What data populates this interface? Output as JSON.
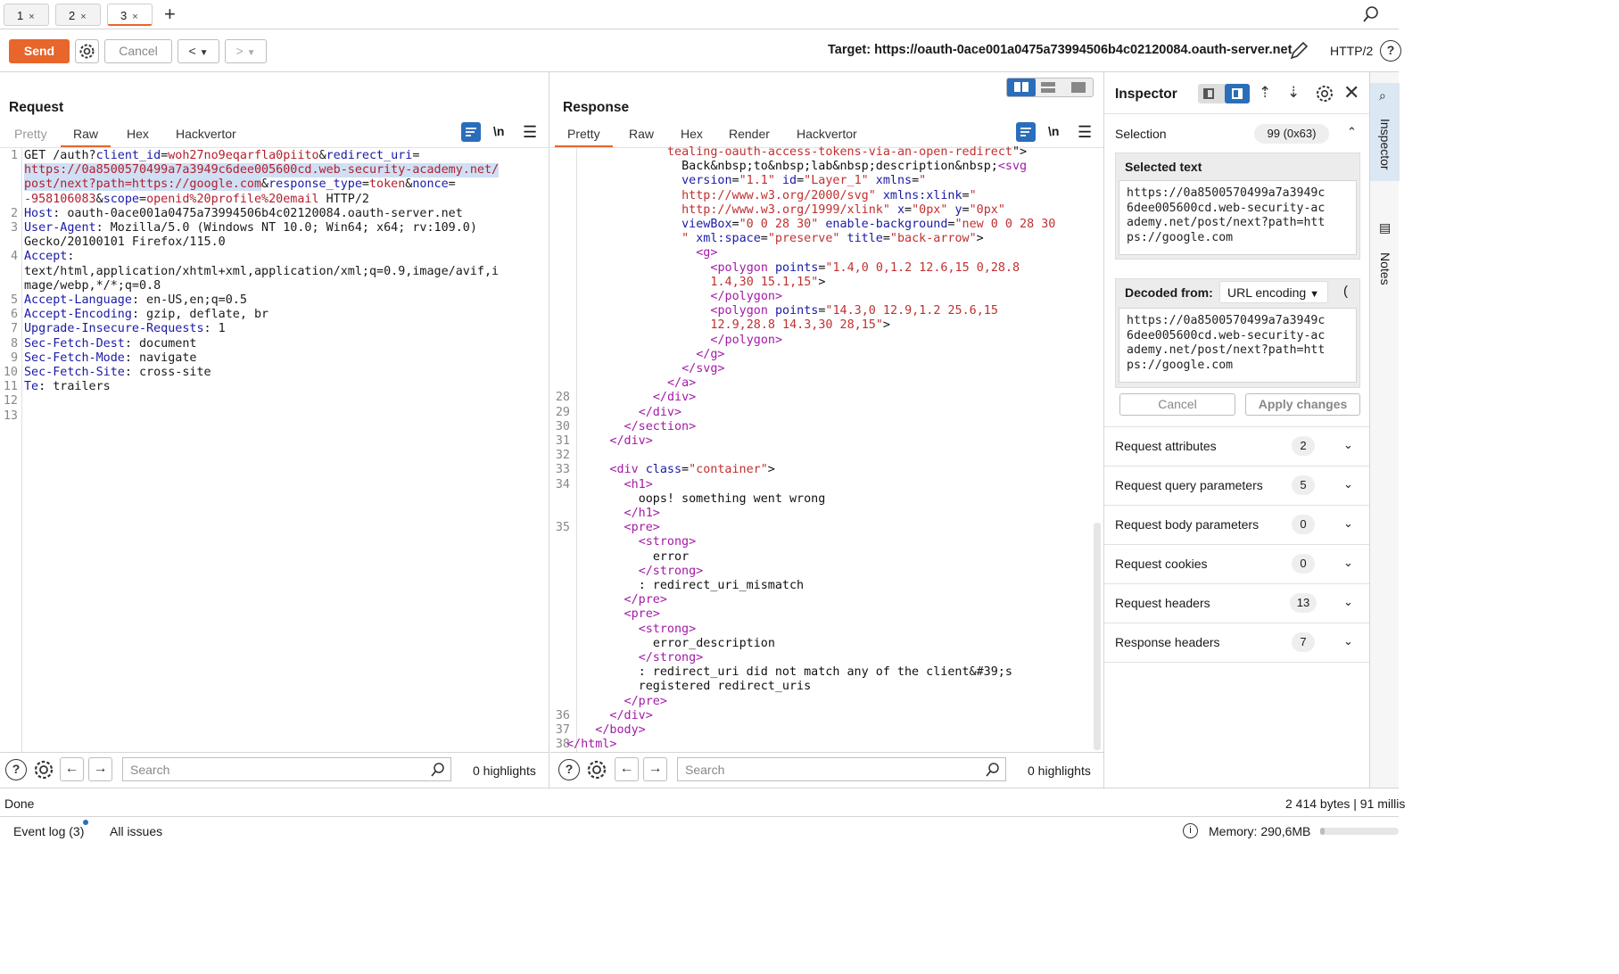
{
  "tabs": [
    {
      "label": "1",
      "close": "×"
    },
    {
      "label": "2",
      "close": "×"
    },
    {
      "label": "3",
      "close": "×"
    }
  ],
  "toolbar": {
    "send_label": "Send",
    "cancel_label": "Cancel",
    "target_label": "Target: https://oauth-0ace001a0475a73994506b4c02120084.oauth-server.net",
    "protocol": "HTTP/2",
    "accent_color": "#e8652b"
  },
  "request": {
    "title": "Request",
    "subtabs": [
      "Pretty",
      "Raw",
      "Hex",
      "Hackvertor"
    ],
    "active_subtab": "Raw",
    "wrap_label": "\\n",
    "line_numbers": [
      "1",
      "2",
      "3",
      "4",
      "5",
      "6",
      "7",
      "8",
      "9",
      "10",
      "11",
      "12",
      "13"
    ],
    "lines": [
      [
        "GET /auth?",
        "client_id",
        "=",
        "woh27no9eqarfla0piito",
        "&",
        "redirect_uri",
        "="
      ],
      [
        "https://0a8500570499a7a3949c6dee005600cd.web-security-academy.net/"
      ],
      [
        "post/next?path=https://google.com",
        "&",
        "response_type",
        "=",
        "token",
        "&",
        "nonce",
        "="
      ],
      [
        "-958106083",
        "&",
        "scope",
        "=",
        "openid%20profile%20email",
        " HTTP/2"
      ],
      [
        "Host",
        ": oauth-0ace001a0475a73994506b4c02120084.oauth-server.net"
      ],
      [
        "User-Agent",
        ": Mozilla/5.0 (Windows NT 10.0; Win64; x64; rv:109.0)"
      ],
      [
        "Gecko/20100101 Firefox/115.0"
      ],
      [
        "Accept",
        ":"
      ],
      [
        "text/html,application/xhtml+xml,application/xml;q=0.9,image/avif,i"
      ],
      [
        "mage/webp,*/*;q=0.8"
      ],
      [
        "Accept-Language",
        ": en-US,en;q=0.5"
      ],
      [
        "Accept-Encoding",
        ": gzip, deflate, br"
      ],
      [
        "Upgrade-Insecure-Requests",
        ": 1"
      ],
      [
        "Sec-Fetch-Dest",
        ": document"
      ],
      [
        "Sec-Fetch-Mode",
        ": navigate"
      ],
      [
        "Sec-Fetch-Site",
        ": cross-site"
      ],
      [
        "Te",
        ": trailers"
      ]
    ],
    "search_placeholder": "Search",
    "highlights": "0 highlights"
  },
  "response": {
    "title": "Response",
    "subtabs": [
      "Pretty",
      "Raw",
      "Hex",
      "Render",
      "Hackvertor"
    ],
    "active_subtab": "Pretty",
    "wrap_label": "\\n",
    "lines": [
      {
        "n": "",
        "ind": 7,
        "parts": [
          [
            "a",
            "tealing-oauth-access-tokens-via-an-open-redirect"
          ],
          [
            "p",
            "\">"
          ]
        ]
      },
      {
        "n": "",
        "ind": 8,
        "parts": [
          [
            "p",
            "Back&nbsp;to&nbsp;lab&nbsp;description&nbsp;"
          ],
          [
            "t",
            "<svg"
          ]
        ]
      },
      {
        "n": "",
        "ind": 8,
        "parts": [
          [
            "k",
            "version"
          ],
          [
            "p",
            "="
          ],
          [
            "a",
            "\"1.1\""
          ],
          [
            "p",
            " "
          ],
          [
            "k",
            "id"
          ],
          [
            "p",
            "="
          ],
          [
            "a",
            "\"Layer_1\""
          ],
          [
            "p",
            " "
          ],
          [
            "k",
            "xmlns"
          ],
          [
            "p",
            "="
          ],
          [
            "a",
            "\""
          ]
        ]
      },
      {
        "n": "",
        "ind": 8,
        "parts": [
          [
            "a",
            "http://www.w3.org/2000/svg\""
          ],
          [
            "p",
            " "
          ],
          [
            "k",
            "xmlns:xlink"
          ],
          [
            "p",
            "="
          ],
          [
            "a",
            "\""
          ]
        ]
      },
      {
        "n": "",
        "ind": 8,
        "parts": [
          [
            "a",
            "http://www.w3.org/1999/xlink\""
          ],
          [
            "p",
            " "
          ],
          [
            "k",
            "x"
          ],
          [
            "p",
            "="
          ],
          [
            "a",
            "\"0px\""
          ],
          [
            "p",
            " "
          ],
          [
            "k",
            "y"
          ],
          [
            "p",
            "="
          ],
          [
            "a",
            "\"0px\""
          ]
        ]
      },
      {
        "n": "",
        "ind": 8,
        "parts": [
          [
            "k",
            "viewBox"
          ],
          [
            "p",
            "="
          ],
          [
            "a",
            "\"0 0 28 30\""
          ],
          [
            "p",
            " "
          ],
          [
            "k",
            "enable-background"
          ],
          [
            "p",
            "="
          ],
          [
            "a",
            "\"new 0 0 28 30"
          ]
        ]
      },
      {
        "n": "",
        "ind": 8,
        "parts": [
          [
            "a",
            "\""
          ],
          [
            "p",
            " "
          ],
          [
            "k",
            "xml:space"
          ],
          [
            "p",
            "="
          ],
          [
            "a",
            "\"preserve\""
          ],
          [
            "p",
            " "
          ],
          [
            "k",
            "title"
          ],
          [
            "p",
            "="
          ],
          [
            "a",
            "\"back-arrow\""
          ],
          [
            "p",
            ">"
          ]
        ]
      },
      {
        "n": "",
        "ind": 9,
        "parts": [
          [
            "t",
            "<g>"
          ]
        ]
      },
      {
        "n": "",
        "ind": 10,
        "parts": [
          [
            "t",
            "<polygon "
          ],
          [
            "k",
            "points"
          ],
          [
            "p",
            "="
          ],
          [
            "a",
            "\"1.4,0 0,1.2 12.6,15 0,28.8"
          ]
        ]
      },
      {
        "n": "",
        "ind": 10,
        "parts": [
          [
            "a",
            "1.4,30 15.1,15\""
          ],
          [
            "p",
            ">"
          ]
        ]
      },
      {
        "n": "",
        "ind": 10,
        "parts": [
          [
            "t",
            "</polygon>"
          ]
        ]
      },
      {
        "n": "",
        "ind": 10,
        "parts": [
          [
            "t",
            "<polygon "
          ],
          [
            "k",
            "points"
          ],
          [
            "p",
            "="
          ],
          [
            "a",
            "\"14.3,0 12.9,1.2 25.6,15"
          ]
        ]
      },
      {
        "n": "",
        "ind": 10,
        "parts": [
          [
            "a",
            "12.9,28.8 14.3,30 28,15\""
          ],
          [
            "p",
            ">"
          ]
        ]
      },
      {
        "n": "",
        "ind": 10,
        "parts": [
          [
            "t",
            "</polygon>"
          ]
        ]
      },
      {
        "n": "",
        "ind": 9,
        "parts": [
          [
            "t",
            "</g>"
          ]
        ]
      },
      {
        "n": "",
        "ind": 8,
        "parts": [
          [
            "t",
            "</svg>"
          ]
        ]
      },
      {
        "n": "",
        "ind": 7,
        "parts": [
          [
            "t",
            "</a>"
          ]
        ]
      },
      {
        "n": "28",
        "ind": 6,
        "parts": [
          [
            "t",
            "</div>"
          ]
        ]
      },
      {
        "n": "29",
        "ind": 5,
        "parts": [
          [
            "t",
            "</div>"
          ]
        ]
      },
      {
        "n": "30",
        "ind": 4,
        "parts": [
          [
            "t",
            "</section>"
          ]
        ]
      },
      {
        "n": "31",
        "ind": 3,
        "parts": [
          [
            "t",
            "</div>"
          ]
        ]
      },
      {
        "n": "32",
        "ind": 0,
        "parts": []
      },
      {
        "n": "33",
        "ind": 3,
        "parts": [
          [
            "t",
            "<div "
          ],
          [
            "k",
            "class"
          ],
          [
            "p",
            "="
          ],
          [
            "a",
            "\"container\""
          ],
          [
            "p",
            ">"
          ]
        ]
      },
      {
        "n": "34",
        "ind": 4,
        "parts": [
          [
            "t",
            "<h1>"
          ]
        ]
      },
      {
        "n": "",
        "ind": 5,
        "parts": [
          [
            "p",
            "oops! something went wrong"
          ]
        ]
      },
      {
        "n": "",
        "ind": 4,
        "parts": [
          [
            "t",
            "</h1>"
          ]
        ]
      },
      {
        "n": "35",
        "ind": 4,
        "parts": [
          [
            "t",
            "<pre>"
          ]
        ]
      },
      {
        "n": "",
        "ind": 5,
        "parts": [
          [
            "t",
            "<strong>"
          ]
        ]
      },
      {
        "n": "",
        "ind": 6,
        "parts": [
          [
            "p",
            "error"
          ]
        ]
      },
      {
        "n": "",
        "ind": 5,
        "parts": [
          [
            "t",
            "</strong>"
          ]
        ]
      },
      {
        "n": "",
        "ind": 5,
        "parts": [
          [
            "p",
            ": redirect_uri_mismatch"
          ]
        ]
      },
      {
        "n": "",
        "ind": 4,
        "parts": [
          [
            "t",
            "</pre>"
          ]
        ]
      },
      {
        "n": "",
        "ind": 4,
        "parts": [
          [
            "t",
            "<pre>"
          ]
        ]
      },
      {
        "n": "",
        "ind": 5,
        "parts": [
          [
            "t",
            "<strong>"
          ]
        ]
      },
      {
        "n": "",
        "ind": 6,
        "parts": [
          [
            "p",
            "error_description"
          ]
        ]
      },
      {
        "n": "",
        "ind": 5,
        "parts": [
          [
            "t",
            "</strong>"
          ]
        ]
      },
      {
        "n": "",
        "ind": 5,
        "parts": [
          [
            "p",
            ": redirect_uri did not match any of the client&#39;s"
          ]
        ]
      },
      {
        "n": "",
        "ind": 5,
        "parts": [
          [
            "p",
            "registered redirect_uris"
          ]
        ]
      },
      {
        "n": "",
        "ind": 4,
        "parts": [
          [
            "t",
            "</pre>"
          ]
        ]
      },
      {
        "n": "36",
        "ind": 3,
        "parts": [
          [
            "t",
            "</div>"
          ]
        ]
      },
      {
        "n": "37",
        "ind": 2,
        "parts": [
          [
            "t",
            "</body>"
          ]
        ]
      },
      {
        "n": "38",
        "ind": 0,
        "parts": [
          [
            "t",
            "</html>"
          ]
        ]
      }
    ],
    "search_placeholder": "Search",
    "highlights": "0 highlights"
  },
  "inspector": {
    "title": "Inspector",
    "selection_label": "Selection",
    "selection_count": "99 (0x63)",
    "selected_text_label": "Selected text",
    "selected_text": "https://0a8500570499a7a3949c6dee005600cd.web-security-academy.net/post/next?path=https://google.com",
    "selected_text_lines": [
      "https://0a8500570499a7a3949c",
      "6dee005600cd.web-security-ac",
      "ademy.net/post/next?path=htt",
      "ps://google.com"
    ],
    "decoded_from_label": "Decoded from:",
    "decoded_from_value": "URL encoding",
    "decoded_text_lines": [
      "https://0a8500570499a7a3949c",
      "6dee005600cd.web-security-ac",
      "ademy.net/post/next?path=htt",
      "ps://google.com"
    ],
    "cancel_label": "Cancel",
    "apply_label": "Apply changes",
    "sections": [
      {
        "label": "Request attributes",
        "count": "2"
      },
      {
        "label": "Request query parameters",
        "count": "5"
      },
      {
        "label": "Request body parameters",
        "count": "0"
      },
      {
        "label": "Request cookies",
        "count": "0"
      },
      {
        "label": "Request headers",
        "count": "13"
      },
      {
        "label": "Response headers",
        "count": "7"
      }
    ]
  },
  "sidetabs": [
    "Inspector",
    "Notes"
  ],
  "status": {
    "left": "Done",
    "right": "2 414 bytes | 91 millis"
  },
  "bottom": {
    "event_log": "Event log (3)",
    "all_issues": "All issues",
    "memory": "Memory: 290,6MB"
  }
}
